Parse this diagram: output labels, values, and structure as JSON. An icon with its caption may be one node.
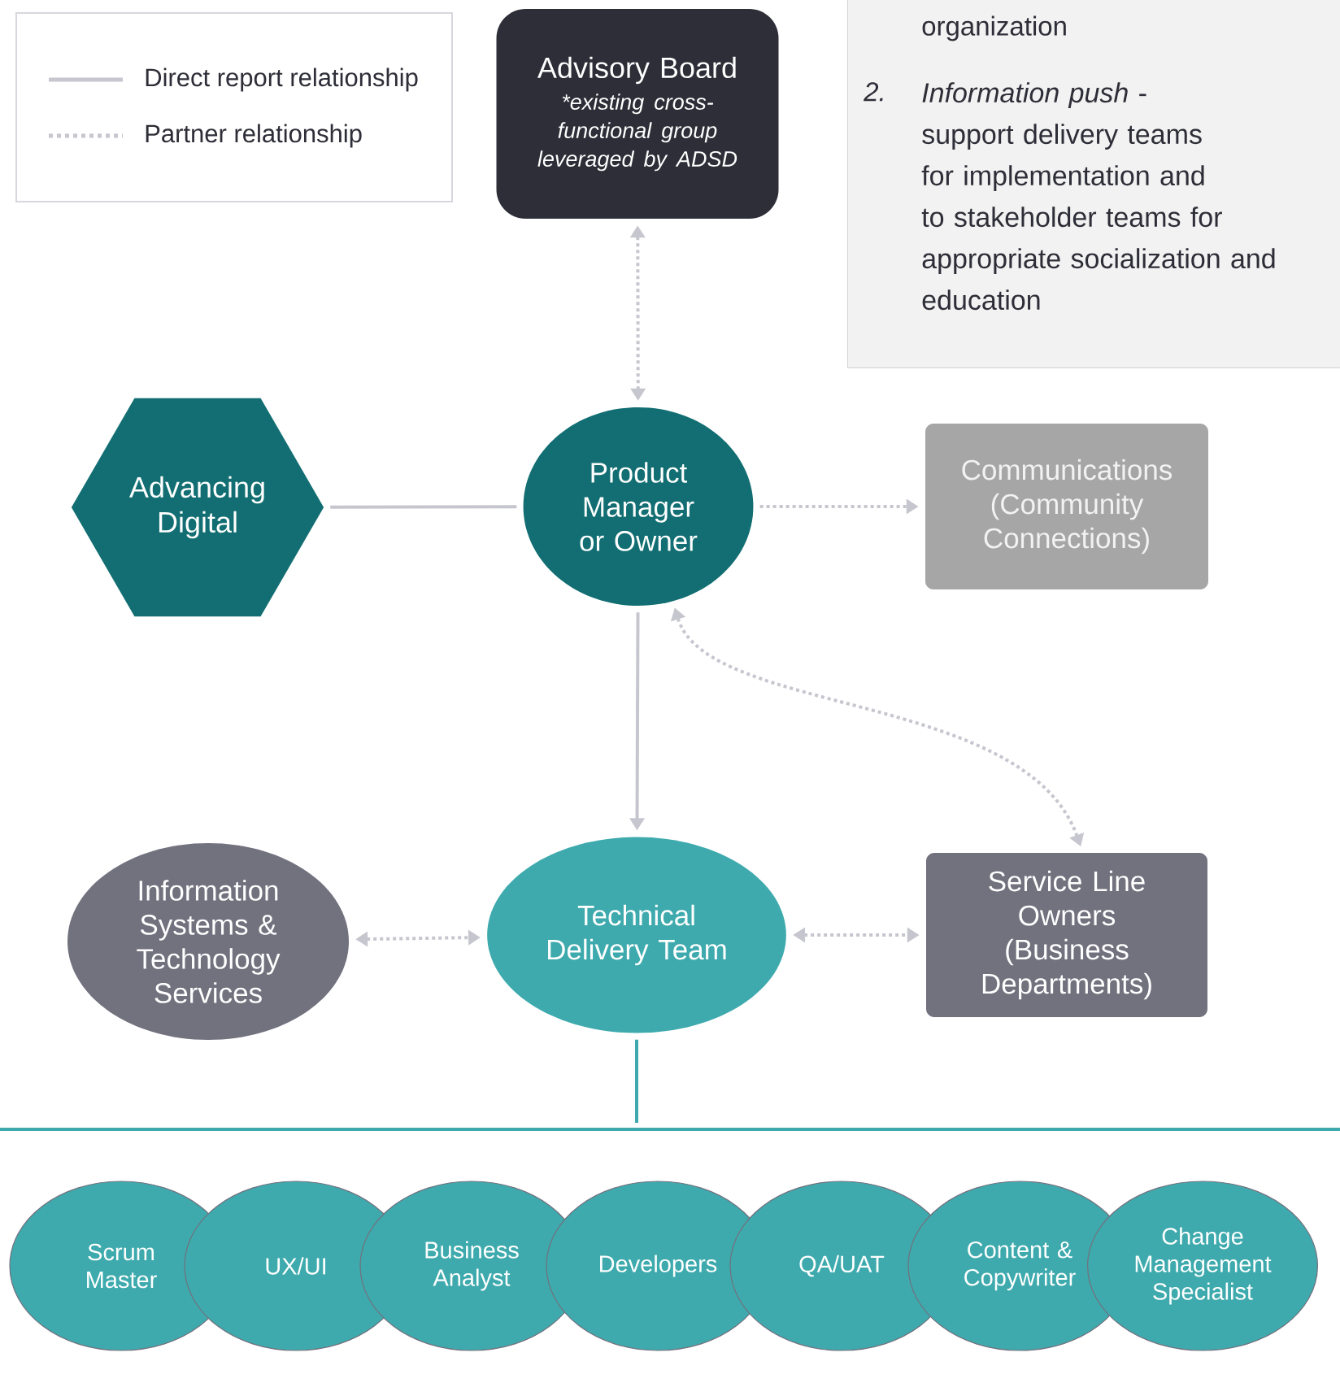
{
  "diagram": {
    "nodes": [
      {
        "text": [
          "Advisory Board",
          "*existing cross-functional group leveraged by ADSD"
        ]
      },
      {
        "text": [
          "organization",
          "2.",
          "*Information push* - support delivery teams for implementation and to stakeholder teams for appropriate socialization and education"
        ]
      },
      {
        "text": [
          "Advancing Digital"
        ]
      },
      {
        "text": [
          "Product Manager or Owner"
        ]
      },
      {
        "text": [
          "Communications (Community Connections)"
        ]
      },
      {
        "text": [
          "Information Systems & Technology Services"
        ]
      },
      {
        "text": [
          "Technical Delivery Team"
        ]
      },
      {
        "text": [
          "Service Line Owners (Business Departments)"
        ]
      },
      {
        "text": [
          "Scrum Master"
        ]
      },
      {
        "text": [
          "UX/UI"
        ]
      },
      {
        "text": [
          "Business Analyst"
        ]
      },
      {
        "text": [
          "Developers"
        ]
      },
      {
        "text": [
          "QA/UAT"
        ]
      },
      {
        "text": [
          "Content & Copywriter"
        ]
      },
      {
        "text": [
          "Change Management Specialist"
        ]
      }
    ],
    "edges": [
      {
        "from": 0,
        "to": 3,
        "arrow": "both",
        "style": "dashed"
      },
      {
        "from": 2,
        "to": 3,
        "arrow": "none"
      },
      {
        "from": 3,
        "to": 4,
        "arrow": "to",
        "style": "dashed"
      },
      {
        "from": 3,
        "to": 6,
        "arrow": "to"
      },
      {
        "from": 3,
        "to": 7,
        "arrow": "both",
        "style": "dashed"
      },
      {
        "from": 5,
        "to": 6,
        "arrow": "both",
        "style": "dashed"
      },
      {
        "from": 6,
        "to": 7,
        "arrow": "both",
        "style": "dashed"
      },
      {
        "from": 6,
        "to": null,
        "arrow": "none",
        "color": "#3eaaad"
      }
    ],
    "legend": [
      {
        "text": "Direct report relationship"
      },
      {
        "text": "Partner relationship"
      }
    ]
  }
}
